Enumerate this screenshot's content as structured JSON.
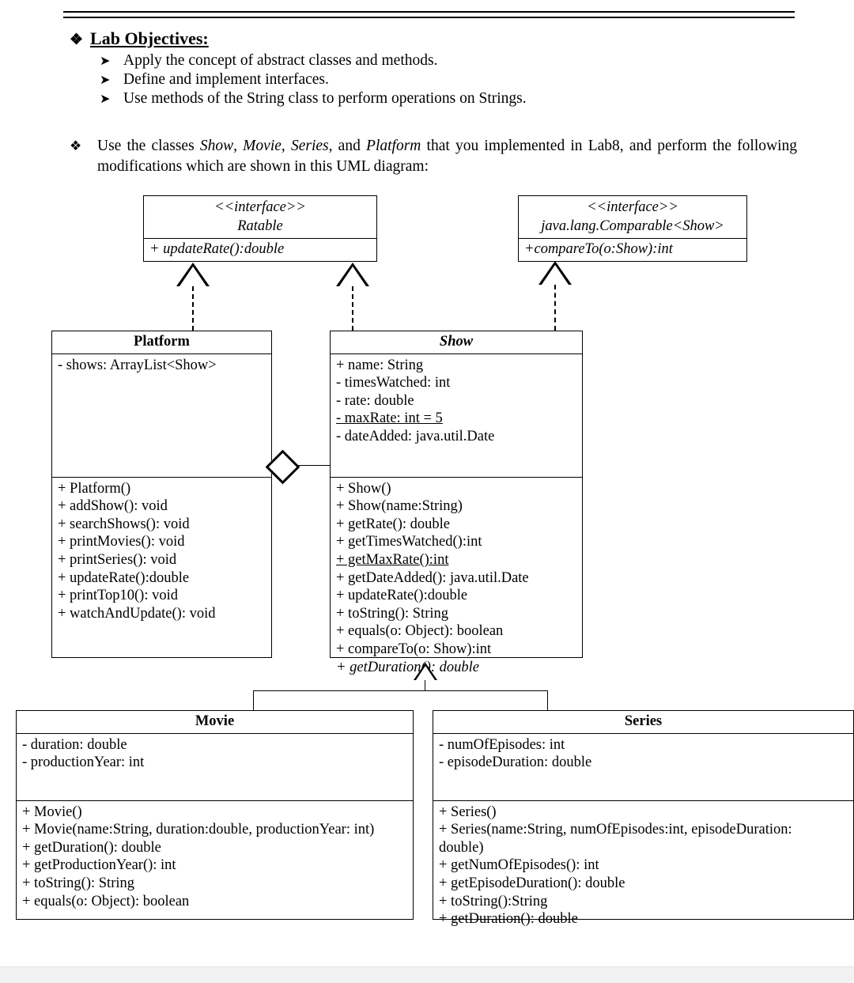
{
  "document": {
    "objectives_heading": "Lab Objectives:",
    "objectives_marker": "❖",
    "bullet_marker": "❖",
    "arrow_marker": "➤",
    "objectives": [
      "Apply the concept of abstract classes and methods.",
      "Define and implement interfaces.",
      "Use methods of the String class to perform operations on Strings."
    ],
    "instruction": {
      "part1": "Use the classes ",
      "class1": "Show",
      "sep1": ", ",
      "class2": "Movie",
      "sep2": ", ",
      "class3": "Series",
      "sep3": ", and ",
      "class4": "Platform",
      "part2": " that you implemented in Lab8, and perform the following modifications which are shown in this UML diagram:"
    }
  },
  "uml": {
    "interfaces": [
      {
        "stereotype": "<<interface>>",
        "name": "Ratable",
        "methods": [
          "+ updateRate():double"
        ]
      },
      {
        "stereotype": "<<interface>>",
        "name": "java.lang.Comparable<Show>",
        "methods": [
          "+compareTo(o:Show):int"
        ]
      }
    ],
    "classes": [
      {
        "name": "Platform",
        "abstract": false,
        "attributes": [
          {
            "text": "- shows: ArrayList<Show>",
            "static": false,
            "italic": false
          }
        ],
        "methods": [
          {
            "text": "+ Platform()",
            "static": false,
            "italic": false
          },
          {
            "text": "+ addShow(): void",
            "static": false,
            "italic": false
          },
          {
            "text": "+ searchShows(): void",
            "static": false,
            "italic": false
          },
          {
            "text": "+ printMovies(): void",
            "static": false,
            "italic": false
          },
          {
            "text": "+ printSeries(): void",
            "static": false,
            "italic": false
          },
          {
            "text": "+ updateRate():double",
            "static": false,
            "italic": false
          },
          {
            "text": "+ printTop10(): void",
            "static": false,
            "italic": false
          },
          {
            "text": "+ watchAndUpdate(): void",
            "static": false,
            "italic": false
          }
        ]
      },
      {
        "name": "Show",
        "abstract": true,
        "attributes": [
          {
            "text": "+ name: String",
            "static": false,
            "italic": false
          },
          {
            "text": "- timesWatched: int",
            "static": false,
            "italic": false
          },
          {
            "text": "- rate: double",
            "static": false,
            "italic": false
          },
          {
            "text": "- maxRate: int = 5",
            "static": true,
            "italic": false
          },
          {
            "text": "- dateAdded: java.util.Date",
            "static": false,
            "italic": false
          }
        ],
        "methods": [
          {
            "text": "+ Show()",
            "static": false,
            "italic": false
          },
          {
            "text": "+ Show(name:String)",
            "static": false,
            "italic": false
          },
          {
            "text": "+ getRate(): double",
            "static": false,
            "italic": false
          },
          {
            "text": "+ getTimesWatched():int",
            "static": false,
            "italic": false
          },
          {
            "text": "+ getMaxRate():int",
            "static": true,
            "italic": false
          },
          {
            "text": "+ getDateAdded(): java.util.Date",
            "static": false,
            "italic": false
          },
          {
            "text": "+ updateRate():double",
            "static": false,
            "italic": false
          },
          {
            "text": "+ toString(): String",
            "static": false,
            "italic": false
          },
          {
            "text": "+ equals(o: Object): boolean",
            "static": false,
            "italic": false
          },
          {
            "text": "+ compareTo(o: Show):int",
            "static": false,
            "italic": false
          },
          {
            "text": "+ getDuration(): double",
            "static": false,
            "italic": true
          }
        ]
      },
      {
        "name": "Movie",
        "abstract": false,
        "attributes": [
          {
            "text": "- duration: double",
            "static": false,
            "italic": false
          },
          {
            "text": "- productionYear: int",
            "static": false,
            "italic": false
          }
        ],
        "methods": [
          {
            "text": "+ Movie()",
            "static": false,
            "italic": false
          },
          {
            "text": "+ Movie(name:String, duration:double, productionYear: int)",
            "static": false,
            "italic": false
          },
          {
            "text": "+ getDuration(): double",
            "static": false,
            "italic": false
          },
          {
            "text": "+ getProductionYear(): int",
            "static": false,
            "italic": false
          },
          {
            "text": "+ toString(): String",
            "static": false,
            "italic": false
          },
          {
            "text": "+ equals(o: Object): boolean",
            "static": false,
            "italic": false
          }
        ]
      },
      {
        "name": "Series",
        "abstract": false,
        "attributes": [
          {
            "text": "- numOfEpisodes: int",
            "static": false,
            "italic": false
          },
          {
            "text": "- episodeDuration: double",
            "static": false,
            "italic": false
          }
        ],
        "methods": [
          {
            "text": "+ Series()",
            "static": false,
            "italic": false
          },
          {
            "text": "+ Series(name:String, numOfEpisodes:int, episodeDuration: double)",
            "static": false,
            "italic": false,
            "wrap": true
          },
          {
            "text": "+ getNumOfEpisodes(): int",
            "static": false,
            "italic": false
          },
          {
            "text": "+ getEpisodeDuration(): double",
            "static": false,
            "italic": false
          },
          {
            "text": "+ toString():String",
            "static": false,
            "italic": false
          },
          {
            "text": "+ getDuration(): double",
            "static": false,
            "italic": false
          }
        ]
      }
    ],
    "relationships": [
      {
        "type": "realization",
        "from": "Platform",
        "to": "Ratable"
      },
      {
        "type": "realization",
        "from": "Show",
        "to": "Ratable"
      },
      {
        "type": "realization",
        "from": "Show",
        "to": "java.lang.Comparable<Show>"
      },
      {
        "type": "aggregation",
        "from": "Platform",
        "to": "Show"
      },
      {
        "type": "generalization",
        "from": "Movie",
        "to": "Show"
      },
      {
        "type": "generalization",
        "from": "Series",
        "to": "Show"
      }
    ]
  },
  "colors": {
    "ink": "#000000",
    "page": "#ffffff",
    "footer_strip": "#f2f2f2"
  }
}
